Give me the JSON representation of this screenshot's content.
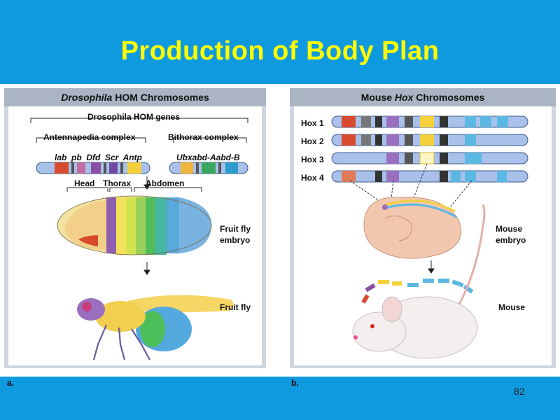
{
  "slide": {
    "title": "Production of Body Plan",
    "page_number": "82",
    "colors": {
      "bar": "#0f9ae0",
      "title": "#ffff00",
      "panel_header": "#aab4c3"
    }
  },
  "left_panel": {
    "header_italic": "Drosophila",
    "header_rest": " HOM Chromosomes",
    "genes_label": "Drosophila HOM genes",
    "complex_1": "Antennapedia complex",
    "complex_2": "Bithorax complex",
    "gene_names": "lab  pb  Dfd  Scr  Antp",
    "bithorax_genes": "Ubxabd-Aabd-B",
    "region_head": "Head",
    "region_thorax": "Thorax",
    "region_abdomen": "Abdomen",
    "embryo_label_1": "Fruit fly",
    "embryo_label_2": "embryo",
    "adult_label": "Fruit fly",
    "sub_label": "a."
  },
  "right_panel": {
    "header_pre": "Mouse ",
    "header_italic": "Hox",
    "header_rest": " Chromosomes",
    "hox_1": "Hox 1",
    "hox_2": "Hox 2",
    "hox_3": "Hox 3",
    "hox_4": "Hox 4",
    "embryo_label_1": "Mouse",
    "embryo_label_2": "embryo",
    "adult_label": "Mouse",
    "sub_label": "b."
  }
}
